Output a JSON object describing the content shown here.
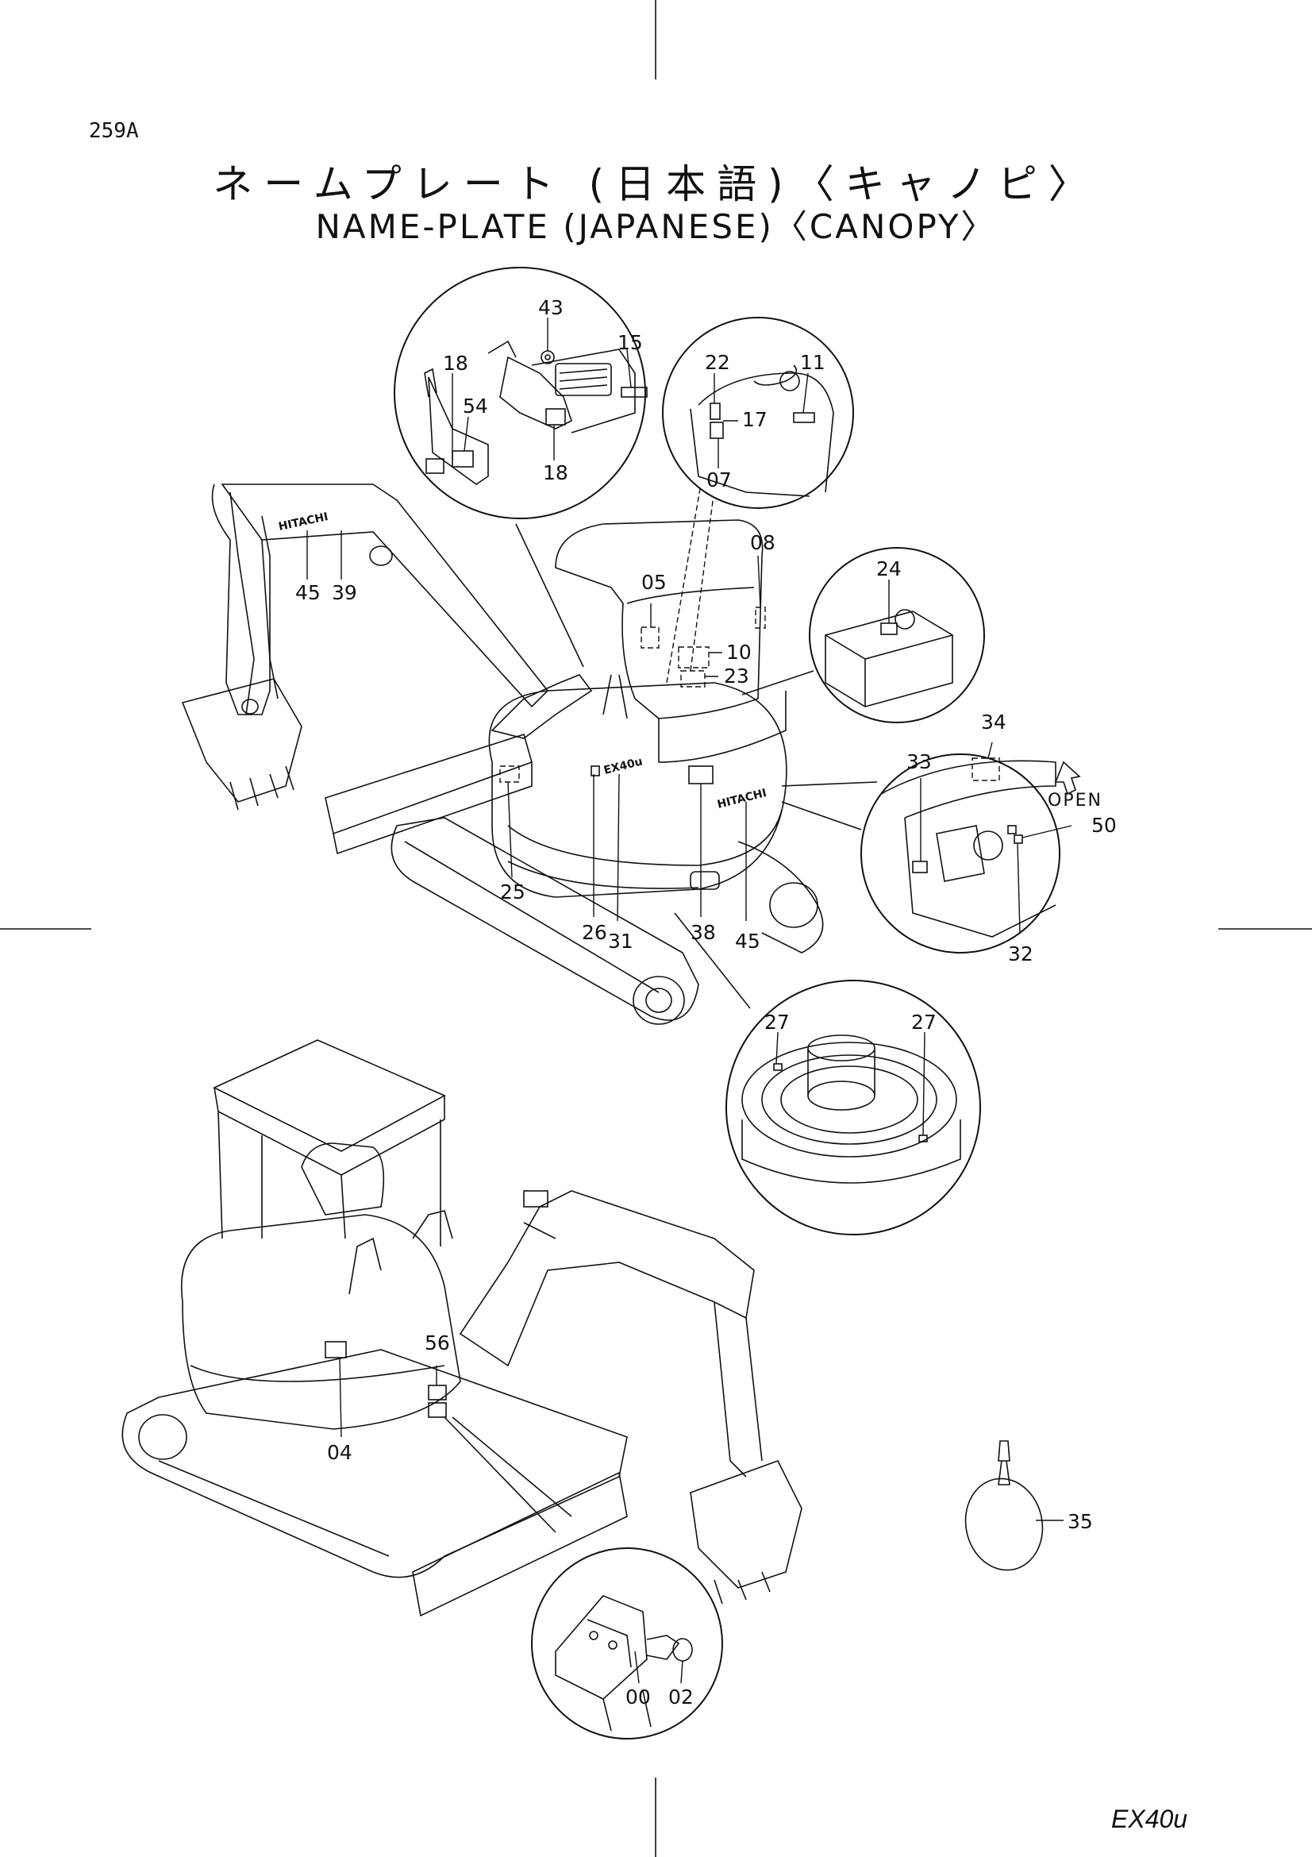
{
  "header": {
    "page_code": "259A",
    "title_jp": "ネームプレート (日本語)〈キャノピ〉",
    "title_en": "NAME-PLATE (JAPANESE)〈CANOPY〉"
  },
  "footer": {
    "model_code": "EX40u"
  },
  "callouts": {
    "c43": "43",
    "c15": "15",
    "c18a": "18",
    "c54": "54",
    "c18b": "18",
    "c22": "22",
    "c11": "11",
    "c17": "17",
    "c07": "07",
    "c08": "08",
    "c05": "05",
    "c10": "10",
    "c23": "23",
    "c45a": "45",
    "c39": "39",
    "c24": "24",
    "c34": "34",
    "c33": "33",
    "c50": "50",
    "c32": "32",
    "c25": "25",
    "c26": "26",
    "c31": "31",
    "c38": "38",
    "c45b": "45",
    "c27a": "27",
    "c27b": "27",
    "c56": "56",
    "c04": "04",
    "c00": "00",
    "c02": "02",
    "c35": "35"
  },
  "labels": {
    "open": "OPEN",
    "brand_boom": "HITACHI",
    "brand_body": "HITACHI",
    "model_badge": "EX40u"
  }
}
